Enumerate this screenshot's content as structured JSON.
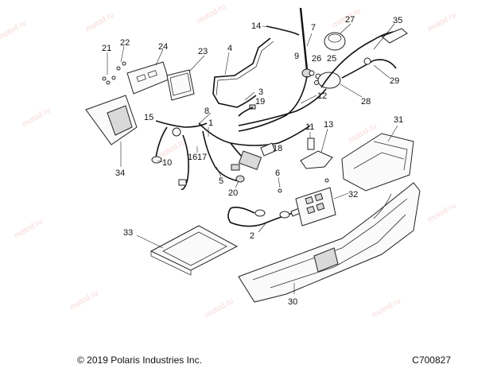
{
  "footer": {
    "copyright": "© 2019 Polaris Industries Inc.",
    "figure_code": "C700827"
  },
  "watermark": "motod.ru",
  "callouts": {
    "c1": "1",
    "c2": "2",
    "c3": "3",
    "c4": "4",
    "c5": "5",
    "c6": "6",
    "c7": "7",
    "c8": "8",
    "c9": "9",
    "c10": "10",
    "c11": "11",
    "c12": "12",
    "c13": "13",
    "c14": "14",
    "c15": "15",
    "c16": "16",
    "c17": "17",
    "c18": "18",
    "c19": "19",
    "c20": "20",
    "c21": "21",
    "c22": "22",
    "c23": "23",
    "c24": "24",
    "c25": "25",
    "c26": "26",
    "c27": "27",
    "c28": "28",
    "c29": "29",
    "c30": "30",
    "c31": "31",
    "c32": "32",
    "c33": "33",
    "c34": "34",
    "c35": "35"
  },
  "colors": {
    "line": "#111111",
    "watermark": "#f2b8b8",
    "background": "#ffffff"
  }
}
